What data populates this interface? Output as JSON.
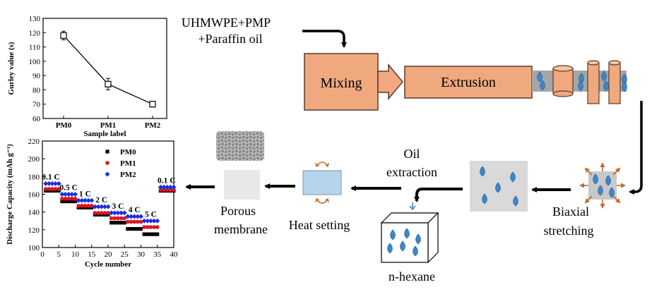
{
  "colors": {
    "box_fill": "#f0a97e",
    "box_stroke": "#5a3a28",
    "belt": "#a6a6a6",
    "drop": "#3e86c8",
    "arrow_brown": "#c36a2d",
    "heat_block": "#b6d5ec",
    "membrane": "#e8e8e8",
    "stretch_sheet": "#d9d9d9",
    "pm0": "#000000",
    "pm1": "#e0141c",
    "pm2": "#1a2ee6"
  },
  "process": {
    "raw_line1": "UHMWPE+PMP",
    "raw_line2": "+Paraffin oil",
    "mixing": "Mixing",
    "extrusion": "Extrusion",
    "biaxial_line1": "Biaxial",
    "biaxial_line2": "stretching",
    "oil_line1": "Oil",
    "oil_line2": "extraction",
    "hexane": "n-hexane",
    "heat_setting": "Heat setting",
    "porous_line1": "Porous",
    "porous_line2": "membrane"
  },
  "chart_data": [
    {
      "type": "line",
      "xlabel": "Sample label",
      "ylabel": "Gurley value (s)",
      "categories": [
        "PM0",
        "PM1",
        "PM2"
      ],
      "values": [
        118,
        84,
        70
      ],
      "errors": [
        3,
        4,
        2
      ],
      "ylim": [
        60,
        130
      ],
      "yticks": [
        60,
        70,
        80,
        90,
        100,
        110,
        120,
        130
      ]
    },
    {
      "type": "scatter",
      "xlabel": "Cycle number",
      "ylabel": "Discharge Capacity (mAh g⁻¹)",
      "xlim": [
        0,
        40
      ],
      "ylim": [
        100,
        220
      ],
      "xticks": [
        0,
        5,
        10,
        15,
        20,
        25,
        30,
        35,
        40
      ],
      "yticks": [
        100,
        120,
        140,
        160,
        180,
        200,
        220
      ],
      "legend_position": "top-right",
      "rate_labels": [
        "0.1 C",
        "0.5 C",
        "1 C",
        "2 C",
        "3 C",
        "4 C",
        "5 C",
        "0.1 C"
      ],
      "series": [
        {
          "name": "PM0",
          "marker": "square",
          "segments": [
            [
              1,
              5,
              164
            ],
            [
              6,
              10,
              152
            ],
            [
              11,
              15,
              145
            ],
            [
              16,
              20,
              137
            ],
            [
              21,
              25,
              128
            ],
            [
              26,
              30,
              121
            ],
            [
              31,
              35,
              115
            ],
            [
              36,
              40,
              164
            ]
          ]
        },
        {
          "name": "PM1",
          "marker": "circle",
          "segments": [
            [
              1,
              5,
              166
            ],
            [
              6,
              10,
              155
            ],
            [
              11,
              15,
              147
            ],
            [
              16,
              20,
              139
            ],
            [
              21,
              25,
              133
            ],
            [
              26,
              30,
              129
            ],
            [
              31,
              35,
              123
            ],
            [
              36,
              40,
              165
            ]
          ]
        },
        {
          "name": "PM2",
          "marker": "diamond",
          "segments": [
            [
              1,
              5,
              172
            ],
            [
              6,
              10,
              160
            ],
            [
              11,
              15,
              153
            ],
            [
              16,
              20,
              146
            ],
            [
              21,
              25,
              139
            ],
            [
              26,
              30,
              135
            ],
            [
              31,
              35,
              130
            ],
            [
              36,
              40,
              168
            ]
          ]
        }
      ]
    }
  ]
}
